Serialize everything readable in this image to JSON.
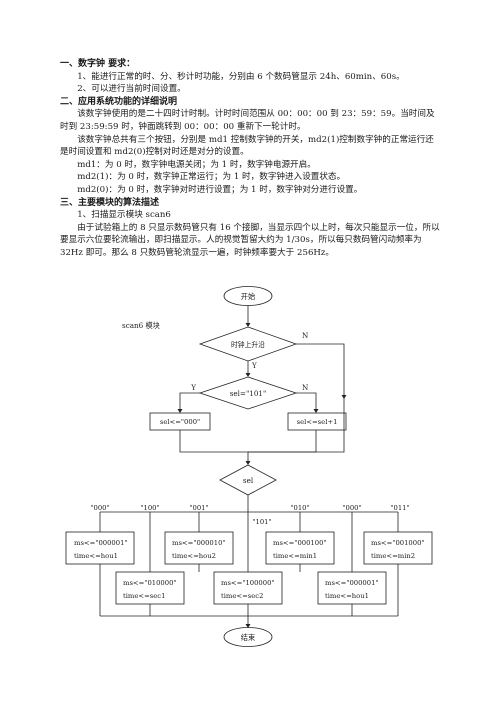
{
  "doc": {
    "sec1_title": "一、数字钟 要求：",
    "sec1_p1": "1、能进行正常的时、分、秒计时功能，分别由 6 个数码管显示 24h、60min、60s。",
    "sec1_p2": "2、可以进行当前时间设置。",
    "sec2_title": "二、应用系统功能的详细说明",
    "sec2_p1": "该数字钟使用的是二十四时计时制。计时时间范围从 00：00：00 到 23：59：59。当时间及时到 23:59:59 时，钟面跳转到 00：00：00 重新下一轮计时。",
    "sec2_p2": "该数字钟总共有三个按钮，分别是 md1 控制数字钟的开关，md2(1)控制数字钟的正常运行还是时间设置和 md2(0)控制对时还是对分的设置。",
    "sec2_p3": "md1：为 0 时，数字钟电源关闭；为 1 时，数字钟电源开启。",
    "sec2_p4": "md2(1)：为 0 时，数字钟正常运行；为 1 时，数字钟进入设置状态。",
    "sec2_p5": "md2(0)：为 0 时，数字钟对时进行设置；为 1 时，数字钟对分进行设置。",
    "sec3_title": "三、主要模块的算法描述",
    "sec3_p1": "1、扫描显示模块 scan6",
    "sec3_p2": "由于试验箱上的 8 只显示数码管只有 16 个接脚，当显示四个以上时，每次只能显示一位，所以要显示六位要轮流输出，即扫描显示。人的视觉暂留大约为 1/30s，所以每只数码管闪动频率为 32Hz 即可。那么 8 只数码管轮流显示一遍，时钟频率要大于 256Hz。"
  },
  "flowchart": {
    "start": "开始",
    "module_label": "scan6 模块",
    "clock_edge": "时钟上升沿",
    "yes": "Y",
    "no": "N",
    "sel_cond": "sel=\"101\"",
    "sel_reset": "sel<=\"000\"",
    "sel_inc": "sel<=sel+1",
    "sel": "sel",
    "case_000a": "\"000\"",
    "case_100": "\"100\"",
    "case_001": "\"001\"",
    "case_101": "\"101\"",
    "case_010": "\"010\"",
    "case_000b": "\"000\"",
    "case_011": "\"011\"",
    "box1_l1": "ms<=\"000001\"",
    "box1_l2": "time<=hou1",
    "box2_l1": "ms<=\"000010\"",
    "box2_l2": "time<=hou2",
    "box3_l1": "ms<=\"000100\"",
    "box3_l2": "time<=min1",
    "box4_l1": "ms<=\"001000\"",
    "box4_l2": "time<=min2",
    "box5_l1": "ms<=\"010000\"",
    "box5_l2": "time<=sec1",
    "box6_l1": "ms<=\"100000\"",
    "box6_l2": "time<=sec2",
    "box7_l1": "ms<=\"000001\"",
    "box7_l2": "time<=hou1",
    "end": "结束"
  }
}
